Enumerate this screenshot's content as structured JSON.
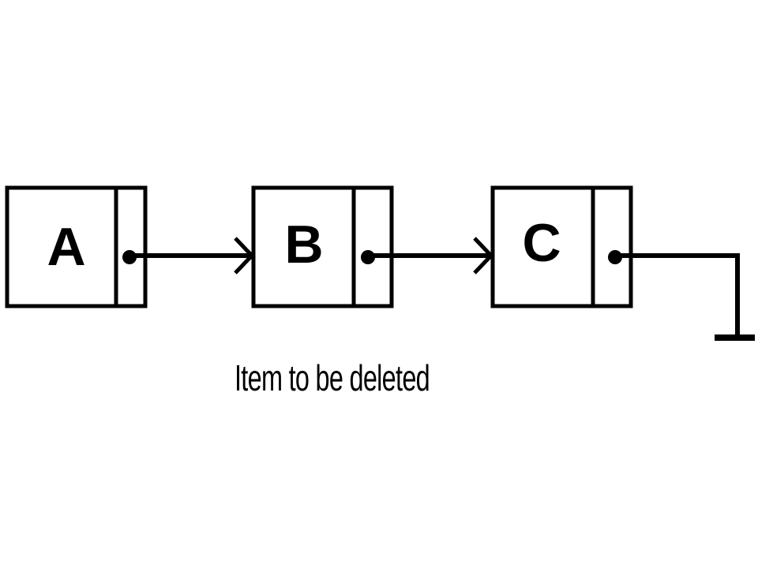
{
  "diagram": {
    "nodes": [
      {
        "label": "A"
      },
      {
        "label": "B"
      },
      {
        "label": "C"
      }
    ],
    "caption": "Item to be deleted",
    "colors": {
      "stroke": "#000000",
      "background": "#ffffff"
    },
    "links": [
      {
        "from": "A",
        "to": "B"
      },
      {
        "from": "B",
        "to": "C"
      },
      {
        "from": "C",
        "to": "null-terminator"
      }
    ]
  }
}
